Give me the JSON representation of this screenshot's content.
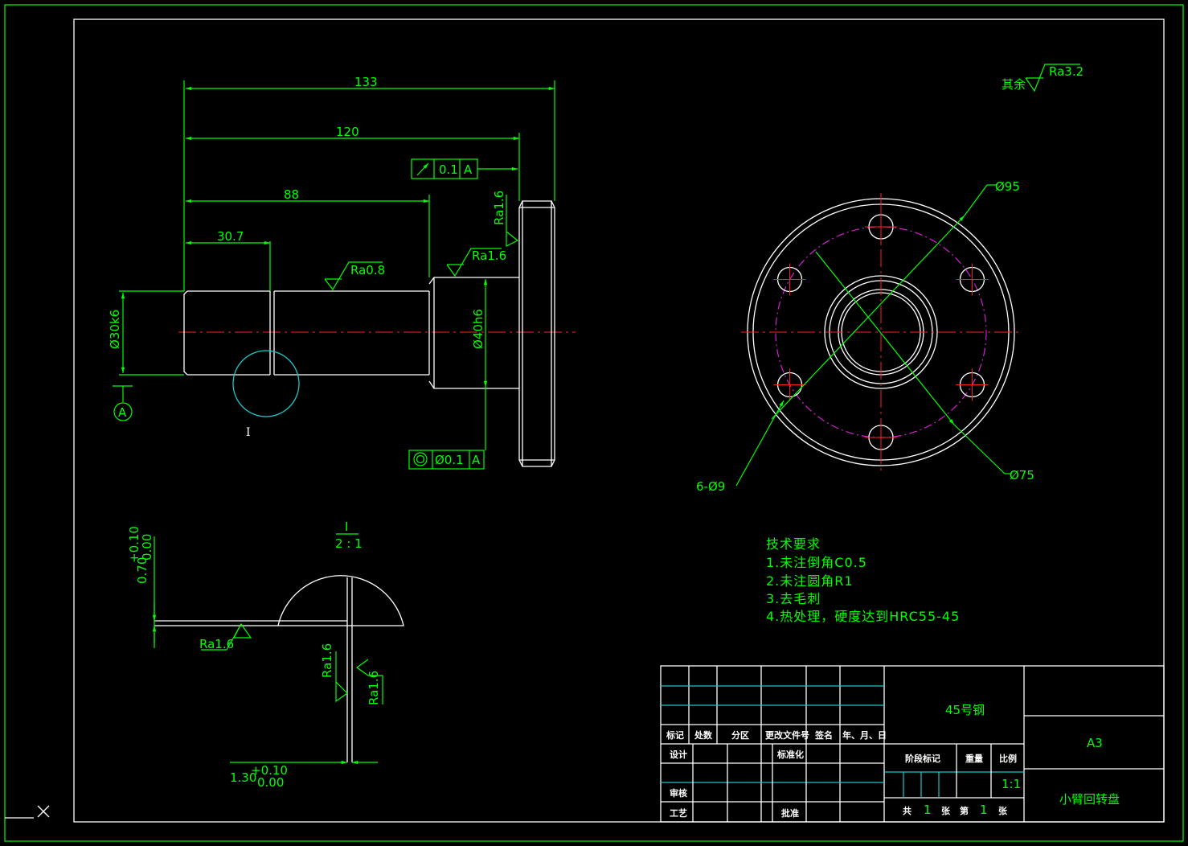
{
  "drawing": {
    "dims": {
      "d133": "133",
      "d120": "120",
      "d88": "88",
      "d30_7": "30.7",
      "d30k6": "Ø30k6",
      "d40h6": "Ø40h6",
      "d95": "Ø95",
      "d75": "Ø75",
      "holes": "6-Ø9"
    },
    "roughness": {
      "ra08": "Ra0.8",
      "ra16": "Ra1.6",
      "ra32": "Ra3.2",
      "other": "其余"
    },
    "tolerance_frames": {
      "runout": {
        "value": "0.1",
        "datum": "A"
      },
      "concentricity": {
        "value": "Ø0.1",
        "datum": "A"
      }
    },
    "datum_label": "A",
    "detail_label": "I",
    "detail_view": {
      "title": "I",
      "scale": "2 : 1",
      "dim_upper": "0.70",
      "dim_upper_tol_plus": "+0.10",
      "dim_upper_tol_zero": "0.00",
      "dim_lower": "1.30",
      "dim_lower_tol_plus": "+0.10",
      "dim_lower_tol_zero": "0.00"
    },
    "tech_requirements": {
      "title": "技术要求",
      "items": [
        "1.未注倒角C0.5",
        "2.未注圆角R1",
        "3.去毛刺",
        "4.热处理，硬度达到HRC55-45"
      ]
    }
  },
  "title_block": {
    "material": "45号钢",
    "paper_size": "A3",
    "part_name": "小臂回转盘",
    "headers": [
      "标记",
      "处数",
      "分区",
      "更改文件号",
      "签名",
      "年、月、日"
    ],
    "design": "设计",
    "standardization": "标准化",
    "review": "审核",
    "process": "工艺",
    "approve": "批准",
    "stage_mark": "阶段标记",
    "weight": "重量",
    "scale_label": "比例",
    "scale_value": "1:1",
    "total": "共",
    "total_n": "1",
    "sheet_unit": "张",
    "sheet_no_label": "第",
    "sheet_no": "1",
    "sheet_unit2": "张"
  }
}
